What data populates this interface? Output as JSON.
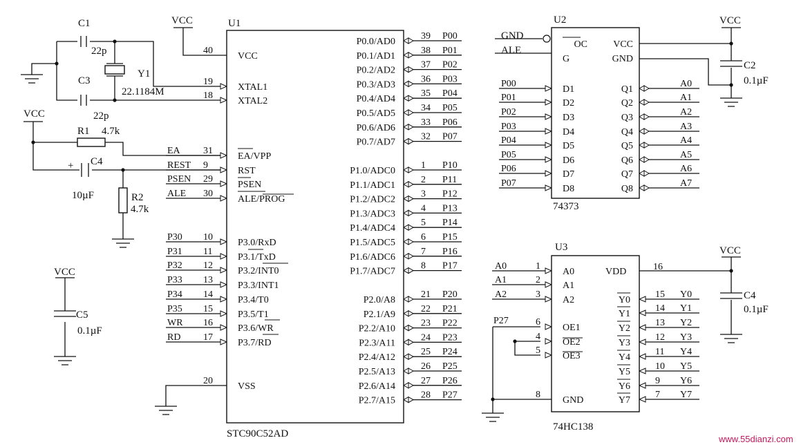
{
  "vcc": "VCC",
  "u1": {
    "ref": "U1",
    "part": "STC90C52AD",
    "left": [
      {
        "num": "40",
        "name": "VCC"
      },
      {
        "num": "19",
        "name": "XTAL1"
      },
      {
        "num": "18",
        "name": "XTAL2"
      },
      {
        "num": "31",
        "name": "EA/VPP",
        "net": "EA"
      },
      {
        "num": "9",
        "name": "RST",
        "net": "REST"
      },
      {
        "num": "29",
        "name": "PSEN",
        "net": "PSEN"
      },
      {
        "num": "30",
        "name": "ALE/PROG",
        "net": "ALE"
      },
      {
        "num": "10",
        "name": "P3.0/RxD",
        "net": "P30"
      },
      {
        "num": "11",
        "name": "P3.1/TxD",
        "net": "P31"
      },
      {
        "num": "12",
        "name": "P3.2/INT0",
        "net": "P32"
      },
      {
        "num": "13",
        "name": "P3.3/INT1",
        "net": "P33"
      },
      {
        "num": "14",
        "name": "P3.4/T0",
        "net": "P34"
      },
      {
        "num": "15",
        "name": "P3.5/T1",
        "net": "P35"
      },
      {
        "num": "16",
        "name": "P3.6/WR",
        "net": "WR"
      },
      {
        "num": "17",
        "name": "P3.7/RD",
        "net": "RD"
      },
      {
        "num": "20",
        "name": "VSS"
      }
    ],
    "right": [
      {
        "num": "39",
        "name": "P0.0/AD0",
        "net": "P00"
      },
      {
        "num": "38",
        "name": "P0.1/AD1",
        "net": "P01"
      },
      {
        "num": "37",
        "name": "P0.2/AD2",
        "net": "P02"
      },
      {
        "num": "36",
        "name": "P0.3/AD3",
        "net": "P03"
      },
      {
        "num": "35",
        "name": "P0.4/AD4",
        "net": "P04"
      },
      {
        "num": "34",
        "name": "P0.5/AD5",
        "net": "P05"
      },
      {
        "num": "33",
        "name": "P0.6/AD6",
        "net": "P06"
      },
      {
        "num": "32",
        "name": "P0.7/AD7",
        "net": "P07"
      },
      {
        "num": "1",
        "name": "P1.0/ADC0",
        "net": "P10"
      },
      {
        "num": "2",
        "name": "P1.1/ADC1",
        "net": "P11"
      },
      {
        "num": "3",
        "name": "P1.2/ADC2",
        "net": "P12"
      },
      {
        "num": "4",
        "name": "P1.3/ADC3",
        "net": "P13"
      },
      {
        "num": "5",
        "name": "P1.4/ADC4",
        "net": "P14"
      },
      {
        "num": "6",
        "name": "P1.5/ADC5",
        "net": "P15"
      },
      {
        "num": "7",
        "name": "P1.6/ADC6",
        "net": "P16"
      },
      {
        "num": "8",
        "name": "P1.7/ADC7",
        "net": "P17"
      },
      {
        "num": "21",
        "name": "P2.0/A8",
        "net": "P20"
      },
      {
        "num": "22",
        "name": "P2.1/A9",
        "net": "P21"
      },
      {
        "num": "23",
        "name": "P2.2/A10",
        "net": "P22"
      },
      {
        "num": "24",
        "name": "P2.3/A11",
        "net": "P23"
      },
      {
        "num": "25",
        "name": "P2.4/A12",
        "net": "P24"
      },
      {
        "num": "26",
        "name": "P2.5/A13",
        "net": "P25"
      },
      {
        "num": "27",
        "name": "P2.6/A14",
        "net": "P26"
      },
      {
        "num": "28",
        "name": "P2.7/A15",
        "net": "P27"
      }
    ]
  },
  "u2": {
    "ref": "U2",
    "part": "74373",
    "top_left": [
      {
        "name": "OC",
        "net": "GND"
      },
      {
        "name": "G",
        "net": "ALE"
      }
    ],
    "top_right": [
      {
        "name": "VCC"
      },
      {
        "name": "GND"
      }
    ],
    "inputs": [
      {
        "name": "D1",
        "net": "P00"
      },
      {
        "name": "D2",
        "net": "P01"
      },
      {
        "name": "D3",
        "net": "P02"
      },
      {
        "name": "D4",
        "net": "P03"
      },
      {
        "name": "D5",
        "net": "P04"
      },
      {
        "name": "D6",
        "net": "P05"
      },
      {
        "name": "D7",
        "net": "P06"
      },
      {
        "name": "D8",
        "net": "P07"
      }
    ],
    "outputs": [
      {
        "name": "Q1",
        "net": "A0"
      },
      {
        "name": "Q2",
        "net": "A1"
      },
      {
        "name": "Q3",
        "net": "A2"
      },
      {
        "name": "Q4",
        "net": "A3"
      },
      {
        "name": "Q5",
        "net": "A4"
      },
      {
        "name": "Q6",
        "net": "A5"
      },
      {
        "name": "Q7",
        "net": "A6"
      },
      {
        "name": "Q8",
        "net": "A7"
      }
    ]
  },
  "u3": {
    "ref": "U3",
    "part": "74HC138",
    "left": [
      {
        "num": "1",
        "name": "A0",
        "net": "A0"
      },
      {
        "num": "2",
        "name": "A1",
        "net": "A1"
      },
      {
        "num": "3",
        "name": "A2",
        "net": "A2"
      },
      {
        "num": "6",
        "name": "OE1",
        "net": "P27"
      },
      {
        "num": "4",
        "name": "OE2"
      },
      {
        "num": "5",
        "name": "OE3"
      },
      {
        "num": "8",
        "name": "GND"
      }
    ],
    "vdd": {
      "num": "16",
      "name": "VDD"
    },
    "outputs": [
      {
        "num": "15",
        "name": "Y0",
        "net": "Y0"
      },
      {
        "num": "14",
        "name": "Y1",
        "net": "Y1"
      },
      {
        "num": "13",
        "name": "Y2",
        "net": "Y2"
      },
      {
        "num": "12",
        "name": "Y3",
        "net": "Y3"
      },
      {
        "num": "11",
        "name": "Y4",
        "net": "Y4"
      },
      {
        "num": "10",
        "name": "Y5",
        "net": "Y5"
      },
      {
        "num": "9",
        "name": "Y6",
        "net": "Y6"
      },
      {
        "num": "7",
        "name": "Y7",
        "net": "Y7"
      }
    ]
  },
  "components": {
    "c1": {
      "ref": "C1",
      "value": "22p"
    },
    "c3": {
      "ref": "C3",
      "value": "22p"
    },
    "y1": {
      "ref": "Y1",
      "value": "22.1184M"
    },
    "r1": {
      "ref": "R1",
      "value": "4.7k"
    },
    "c4a": {
      "ref": "C4",
      "value": "10µF",
      "polarity": "+"
    },
    "r2": {
      "ref": "R2",
      "value": "4.7k"
    },
    "c5": {
      "ref": "C5",
      "value": "0.1µF"
    },
    "c2": {
      "ref": "C2",
      "value": "0.1µF"
    },
    "c4b": {
      "ref": "C4",
      "value": "0.1µF"
    }
  },
  "watermark": "www.55dianzi.com"
}
